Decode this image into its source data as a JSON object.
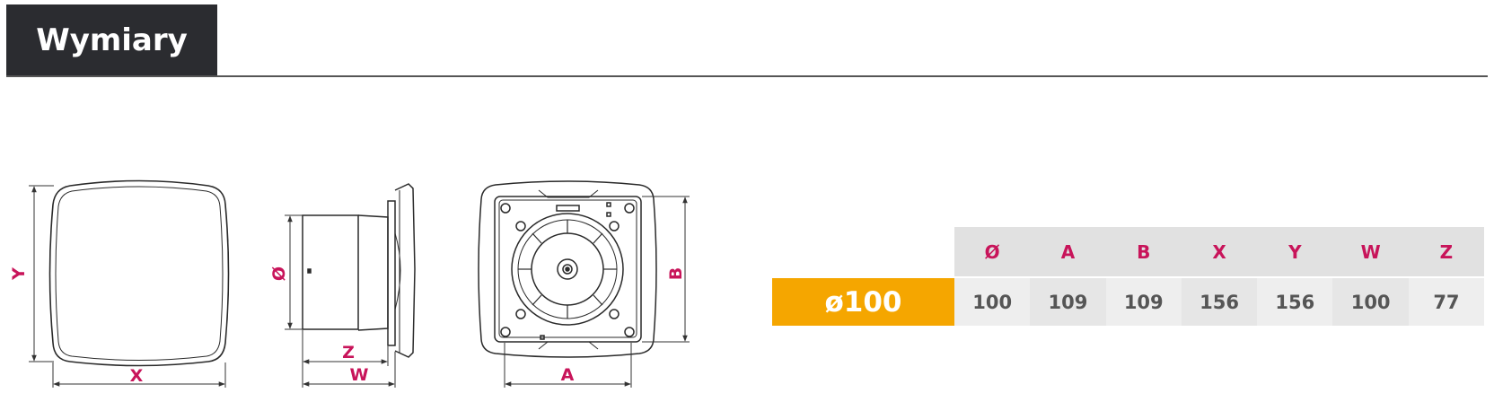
{
  "header": {
    "title": "Wymiary"
  },
  "dimension_labels": {
    "y": "Y",
    "x": "X",
    "diameter": "Ø",
    "z": "Z",
    "w": "W",
    "b": "B",
    "a": "A"
  },
  "spec_table": {
    "headers": [
      "Ø",
      "A",
      "B",
      "X",
      "Y",
      "W",
      "Z"
    ],
    "model": "ø100",
    "values": [
      "100",
      "109",
      "109",
      "156",
      "156",
      "100",
      "77"
    ]
  },
  "colors": {
    "header_bg": "#2b2c30",
    "accent_label": "#c8145a",
    "model_cell": "#f5a600",
    "table_header_bg": "#e1e1e1"
  }
}
